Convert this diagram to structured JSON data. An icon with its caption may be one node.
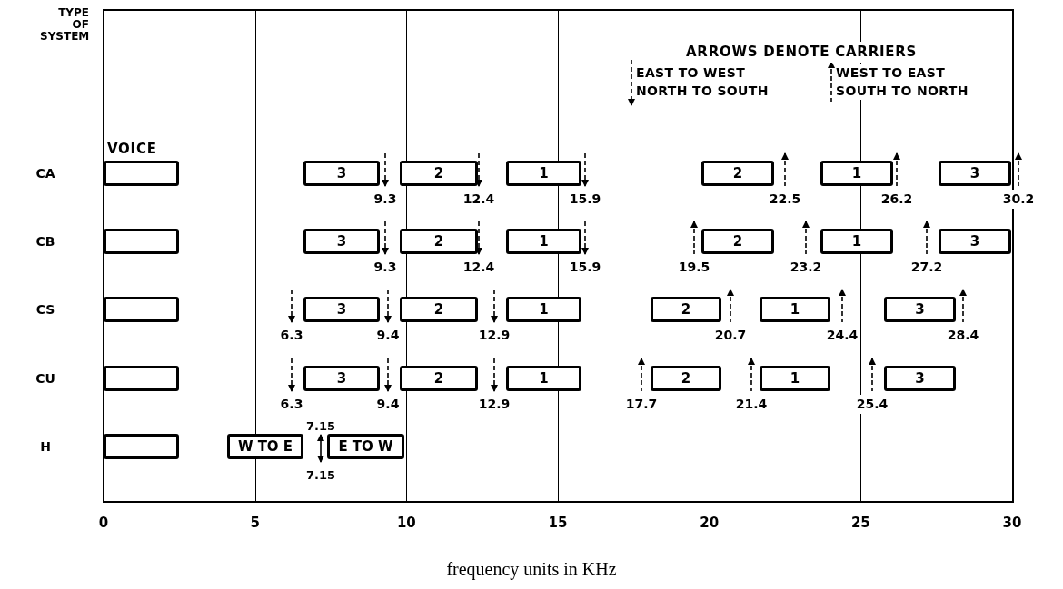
{
  "diagram": {
    "caption": "frequency units in KHz",
    "nodes": [
      {
        "text": [],
        "shape": "box",
        "beside": [
          "VOICE"
        ]
      },
      {
        "text": [
          "3"
        ]
      },
      {
        "text": [
          "2"
        ]
      },
      {
        "text": [
          "1"
        ]
      },
      {
        "text": [
          "2"
        ]
      },
      {
        "text": [
          "1"
        ]
      },
      {
        "text": [
          "3"
        ]
      },
      {
        "text": [],
        "shape": "box"
      },
      {
        "text": [
          "3"
        ]
      },
      {
        "text": [
          "2"
        ]
      },
      {
        "text": [
          "1"
        ]
      },
      {
        "text": [
          "2"
        ]
      },
      {
        "text": [
          "1"
        ]
      },
      {
        "text": [
          "3"
        ]
      },
      {
        "text": [],
        "shape": "box"
      },
      {
        "text": [
          "3"
        ]
      },
      {
        "text": [
          "2"
        ]
      },
      {
        "text": [
          "1"
        ]
      },
      {
        "text": [
          "2"
        ]
      },
      {
        "text": [
          "1"
        ]
      },
      {
        "text": [
          "3"
        ]
      },
      {
        "text": [],
        "shape": "box"
      },
      {
        "text": [
          "3"
        ]
      },
      {
        "text": [
          "2"
        ]
      },
      {
        "text": [
          "1"
        ]
      },
      {
        "text": [
          "2"
        ]
      },
      {
        "text": [
          "1"
        ]
      },
      {
        "text": [
          "3"
        ]
      },
      {
        "text": [],
        "shape": "box"
      },
      {
        "text": [
          "W TO E"
        ]
      },
      {
        "text": [
          "E TO W"
        ]
      }
    ],
    "labels": [
      "TYPE OF SYSTEM",
      "ARROWS DENOTE CARRIERS",
      "CA",
      "9.3",
      "12.4",
      "15.9",
      "22.5",
      "26.2",
      "30.2",
      "CB",
      "9.3",
      "12.4",
      "15.9",
      "19.5",
      "23.2",
      "27.2",
      "CS",
      "6.3",
      "9.4",
      "12.9",
      "20.7",
      "24.4",
      "28.4",
      "CU",
      "6.3",
      "9.4",
      "12.9",
      "17.7",
      "21.4",
      "25.4",
      "H",
      "7.15",
      "7.15",
      "0",
      "5",
      "10",
      "15",
      "20",
      "25",
      "30"
    ],
    "legend": [
      {
        "text": "EAST TO WEST NORTH TO SOUTH"
      },
      {
        "text": "WEST TO EAST SOUTH TO NORTH"
      }
    ]
  }
}
